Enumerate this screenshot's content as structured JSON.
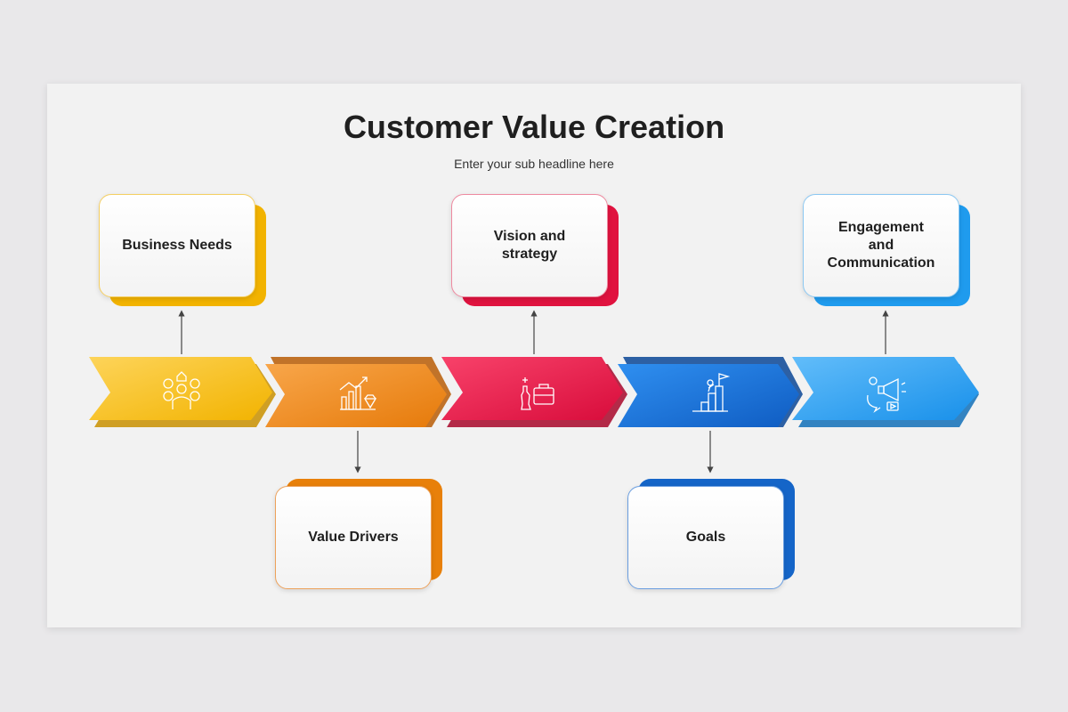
{
  "title": "Customer Value Creation",
  "subtitle": "Enter your sub headline here",
  "steps": [
    {
      "label": "Business Needs",
      "icon": "customer-needs-icon",
      "color": "#f2b300",
      "grad": [
        "#fdd45a",
        "#f2b300"
      ],
      "shade": "#c99100"
    },
    {
      "label": "Value Drivers",
      "icon": "growth-chart-icon",
      "color": "#e8800a",
      "grad": [
        "#f8a64a",
        "#e67a0a"
      ],
      "shade": "#b85d06"
    },
    {
      "label": "Vision and\nstrategy",
      "icon": "strategy-briefcase-icon",
      "color": "#e0133f",
      "grad": [
        "#f8426a",
        "#d80c3b"
      ],
      "shade": "#a8072a"
    },
    {
      "label": "Goals",
      "icon": "goal-flag-icon",
      "color": "#1565c8",
      "grad": [
        "#2f8ff0",
        "#0f5cc2"
      ],
      "shade": "#0a4796"
    },
    {
      "label": "Engagement\nand\nCommunication",
      "icon": "megaphone-communication-icon",
      "color": "#1f9bee",
      "grad": [
        "#62bdfa",
        "#1890ea"
      ],
      "shade": "#1270b8"
    }
  ]
}
